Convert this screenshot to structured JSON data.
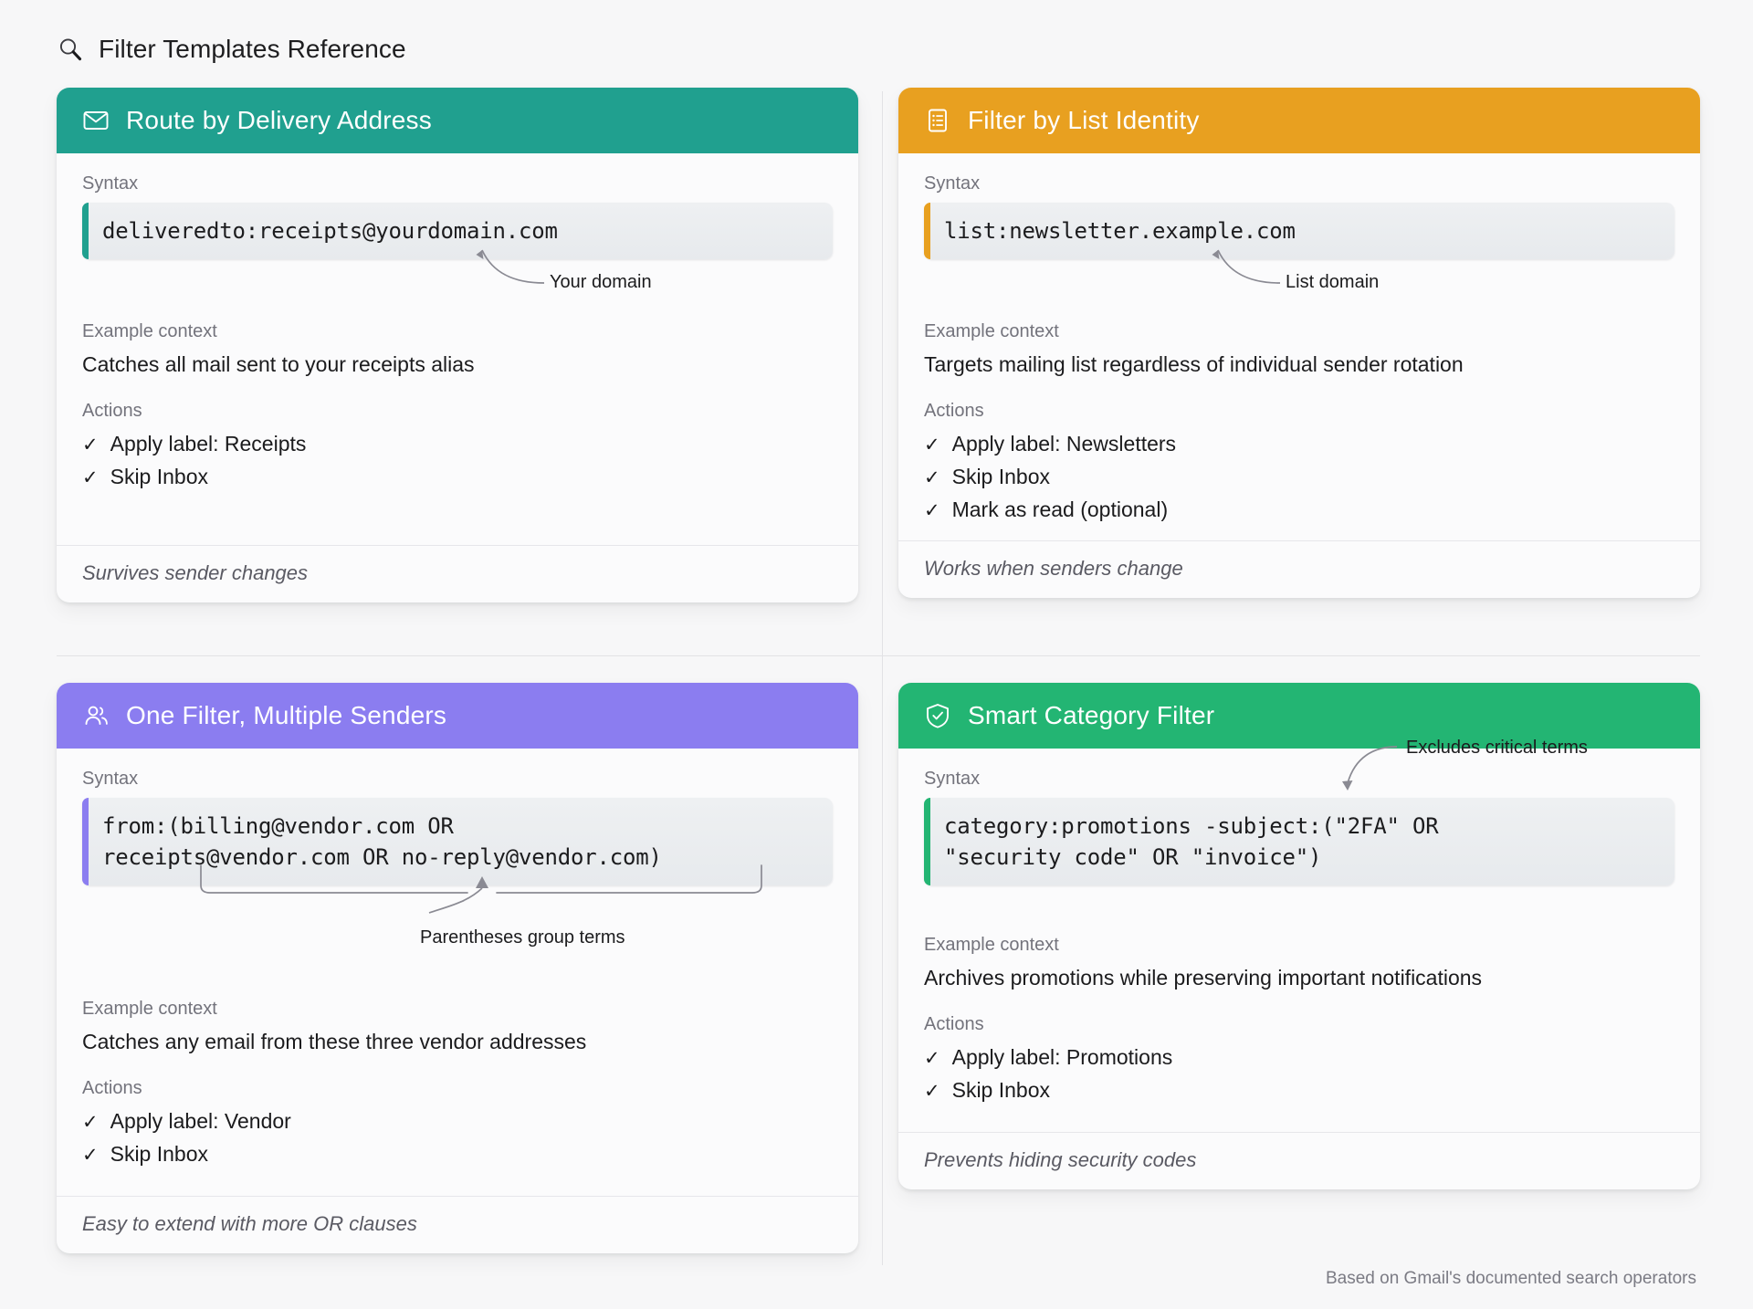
{
  "header": {
    "icon": "search-icon",
    "title": "Filter Templates Reference"
  },
  "footnote": "Based on Gmail's documented search operators",
  "labels": {
    "syntax": "Syntax",
    "example_context": "Example context",
    "actions": "Actions",
    "check_glyph": "✓"
  },
  "cards": [
    {
      "id": "route-by-delivery-address",
      "title": "Route by Delivery Address",
      "icon": "envelope-icon",
      "accent": "#20a08f",
      "syntax": "deliveredto:receipts@yourdomain.com",
      "callout": {
        "text": "Your domain",
        "target": "yourdomain"
      },
      "context": "Catches all mail sent to your receipts alias",
      "actions": [
        "Apply label: Receipts",
        "Skip Inbox"
      ],
      "footer": "Survives sender changes"
    },
    {
      "id": "filter-by-list-identity",
      "title": "Filter by List Identity",
      "icon": "list-document-icon",
      "accent": "#e8a020",
      "syntax": "list:newsletter.example.com",
      "callout": {
        "text": "List domain",
        "target": "example.com"
      },
      "context": "Targets mailing list regardless of individual sender rotation",
      "actions": [
        "Apply label: Newsletters",
        "Skip Inbox",
        "Mark as read (optional)"
      ],
      "footer": "Works when senders change"
    },
    {
      "id": "one-filter-multiple-senders",
      "title": "One Filter, Multiple Senders",
      "icon": "users-icon",
      "accent": "#8b7df0",
      "syntax": "from:(billing@vendor.com OR\nreceipts@vendor.com OR no-reply@vendor.com)",
      "callout": {
        "text": "Parentheses group terms",
        "target": "parentheses"
      },
      "context": "Catches any email from these three vendor addresses",
      "actions": [
        "Apply label: Vendor",
        "Skip Inbox"
      ],
      "footer": "Easy to extend with more OR clauses"
    },
    {
      "id": "smart-category-filter",
      "title": "Smart Category Filter",
      "icon": "shield-check-icon",
      "accent": "#23b573",
      "syntax": "category:promotions -subject:(\"2FA\" OR\n\"security code\" OR \"invoice\")",
      "callout": {
        "text": "Excludes critical terms",
        "target": "-subject"
      },
      "context": "Archives promotions while preserving important notifications",
      "actions": [
        "Apply label: Promotions",
        "Skip Inbox"
      ],
      "footer": "Prevents hiding security codes"
    }
  ]
}
